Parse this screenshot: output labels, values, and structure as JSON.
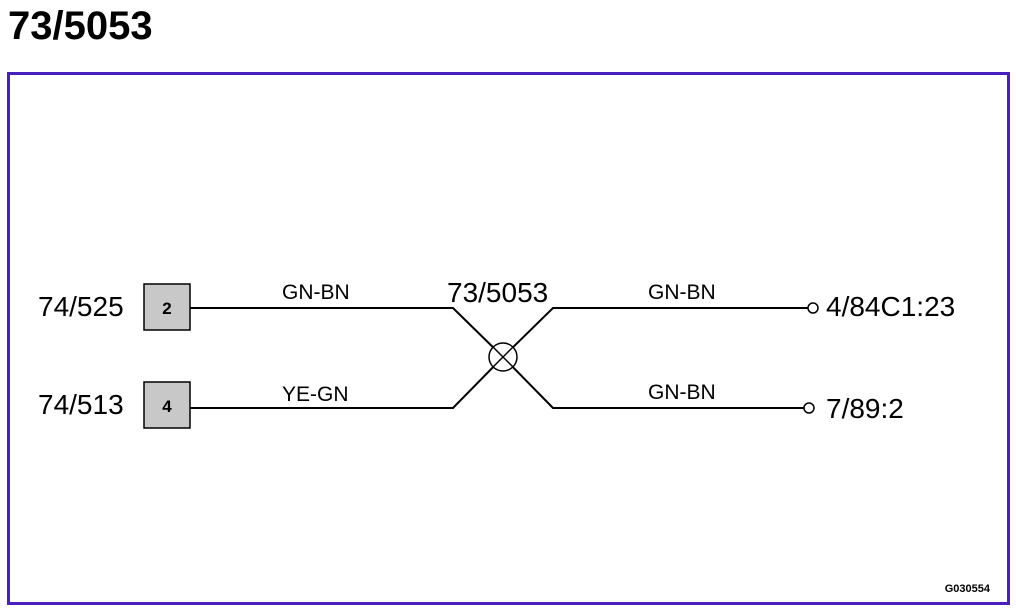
{
  "title": "73/5053",
  "splice": {
    "label": "73/5053"
  },
  "connectors": [
    {
      "id": "74/525",
      "pin": "2"
    },
    {
      "id": "74/513",
      "pin": "4"
    }
  ],
  "wires": {
    "left_top": "GN-BN",
    "left_bottom": "YE-GN",
    "right_top": "GN-BN",
    "right_bottom": "GN-BN"
  },
  "destinations": [
    "4/84C1:23",
    "7/89:2"
  ],
  "figure_code": "G030554",
  "colors": {
    "frame": "#4b1fbf",
    "pin_box_fill": "#c8c8c8",
    "line": "#000000"
  }
}
